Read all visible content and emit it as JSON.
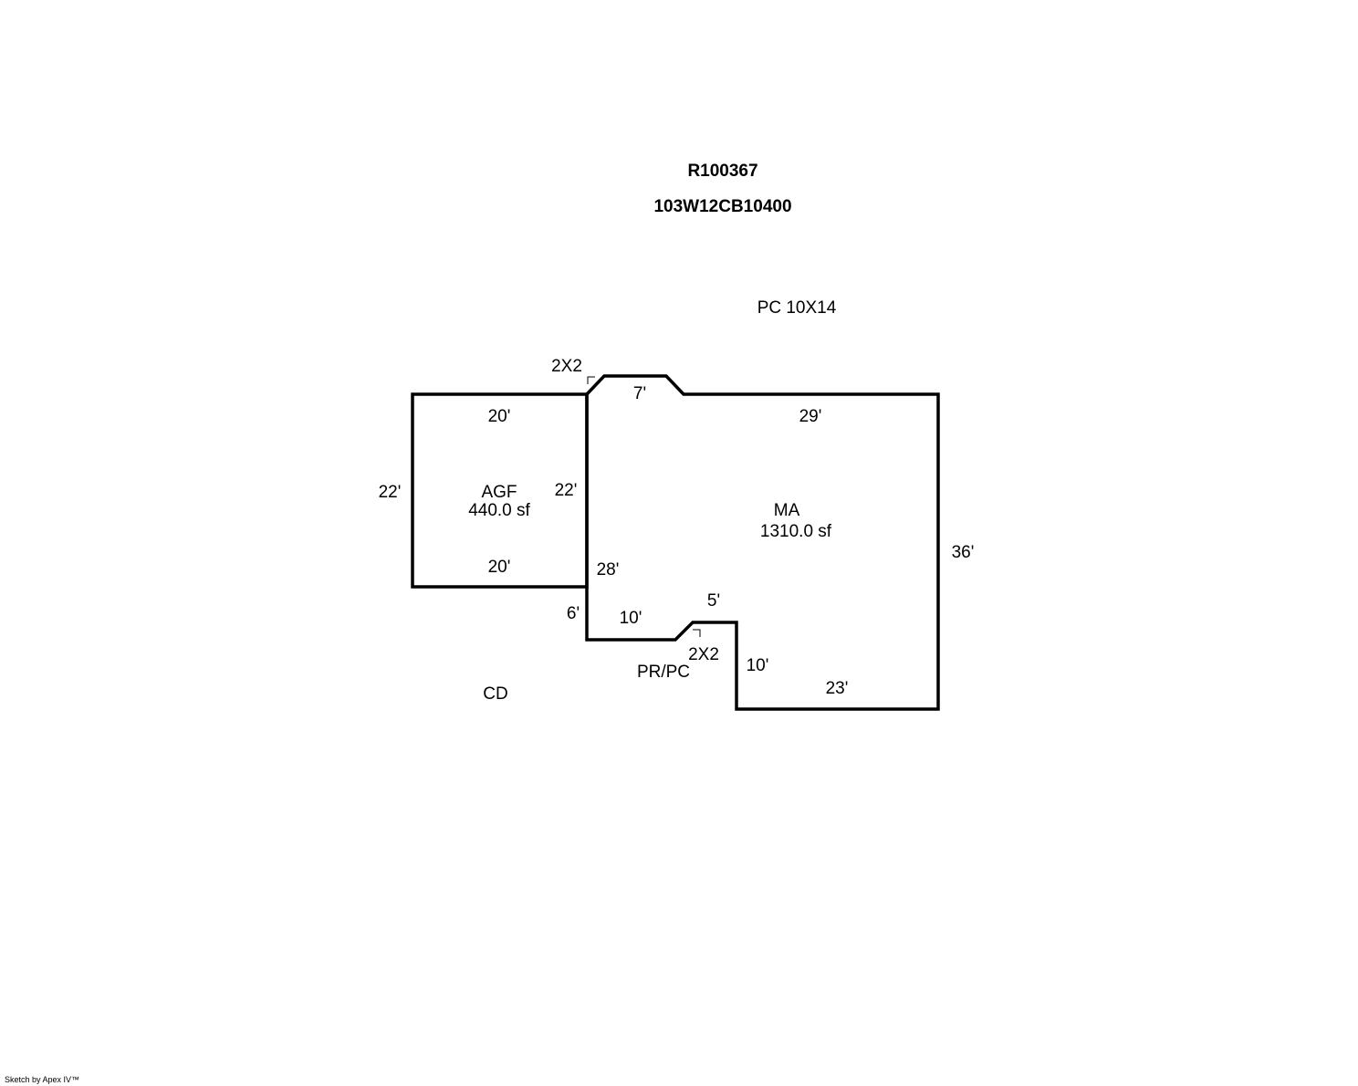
{
  "header": {
    "account": "R100367",
    "map_number": "103W12CB10400"
  },
  "areas": {
    "agf": {
      "code": "AGF",
      "area": "440.0 sf"
    },
    "ma": {
      "code": "MA",
      "area": "1310.0 sf"
    }
  },
  "notes": {
    "pc": "PC 10X14",
    "cd": "CD",
    "pr_pc": "PR/PC",
    "bump_top": "2X2",
    "bump_bottom": "2X2"
  },
  "dimensions": {
    "agf_top": "20'",
    "agf_left": "22'",
    "agf_right": "22'",
    "agf_bottom": "20'",
    "bump_top_width": "7'",
    "ma_top": "29'",
    "ma_right": "36'",
    "ma_left": "28'",
    "notch_left": "6'",
    "notch_bottom": "10'",
    "notch_top": "5'",
    "notch_right": "10'",
    "ma_bottom": "23'"
  },
  "footer": {
    "credit": "Sketch by Apex IV™"
  },
  "colors": {
    "line": "#000000",
    "background": "#ffffff"
  }
}
